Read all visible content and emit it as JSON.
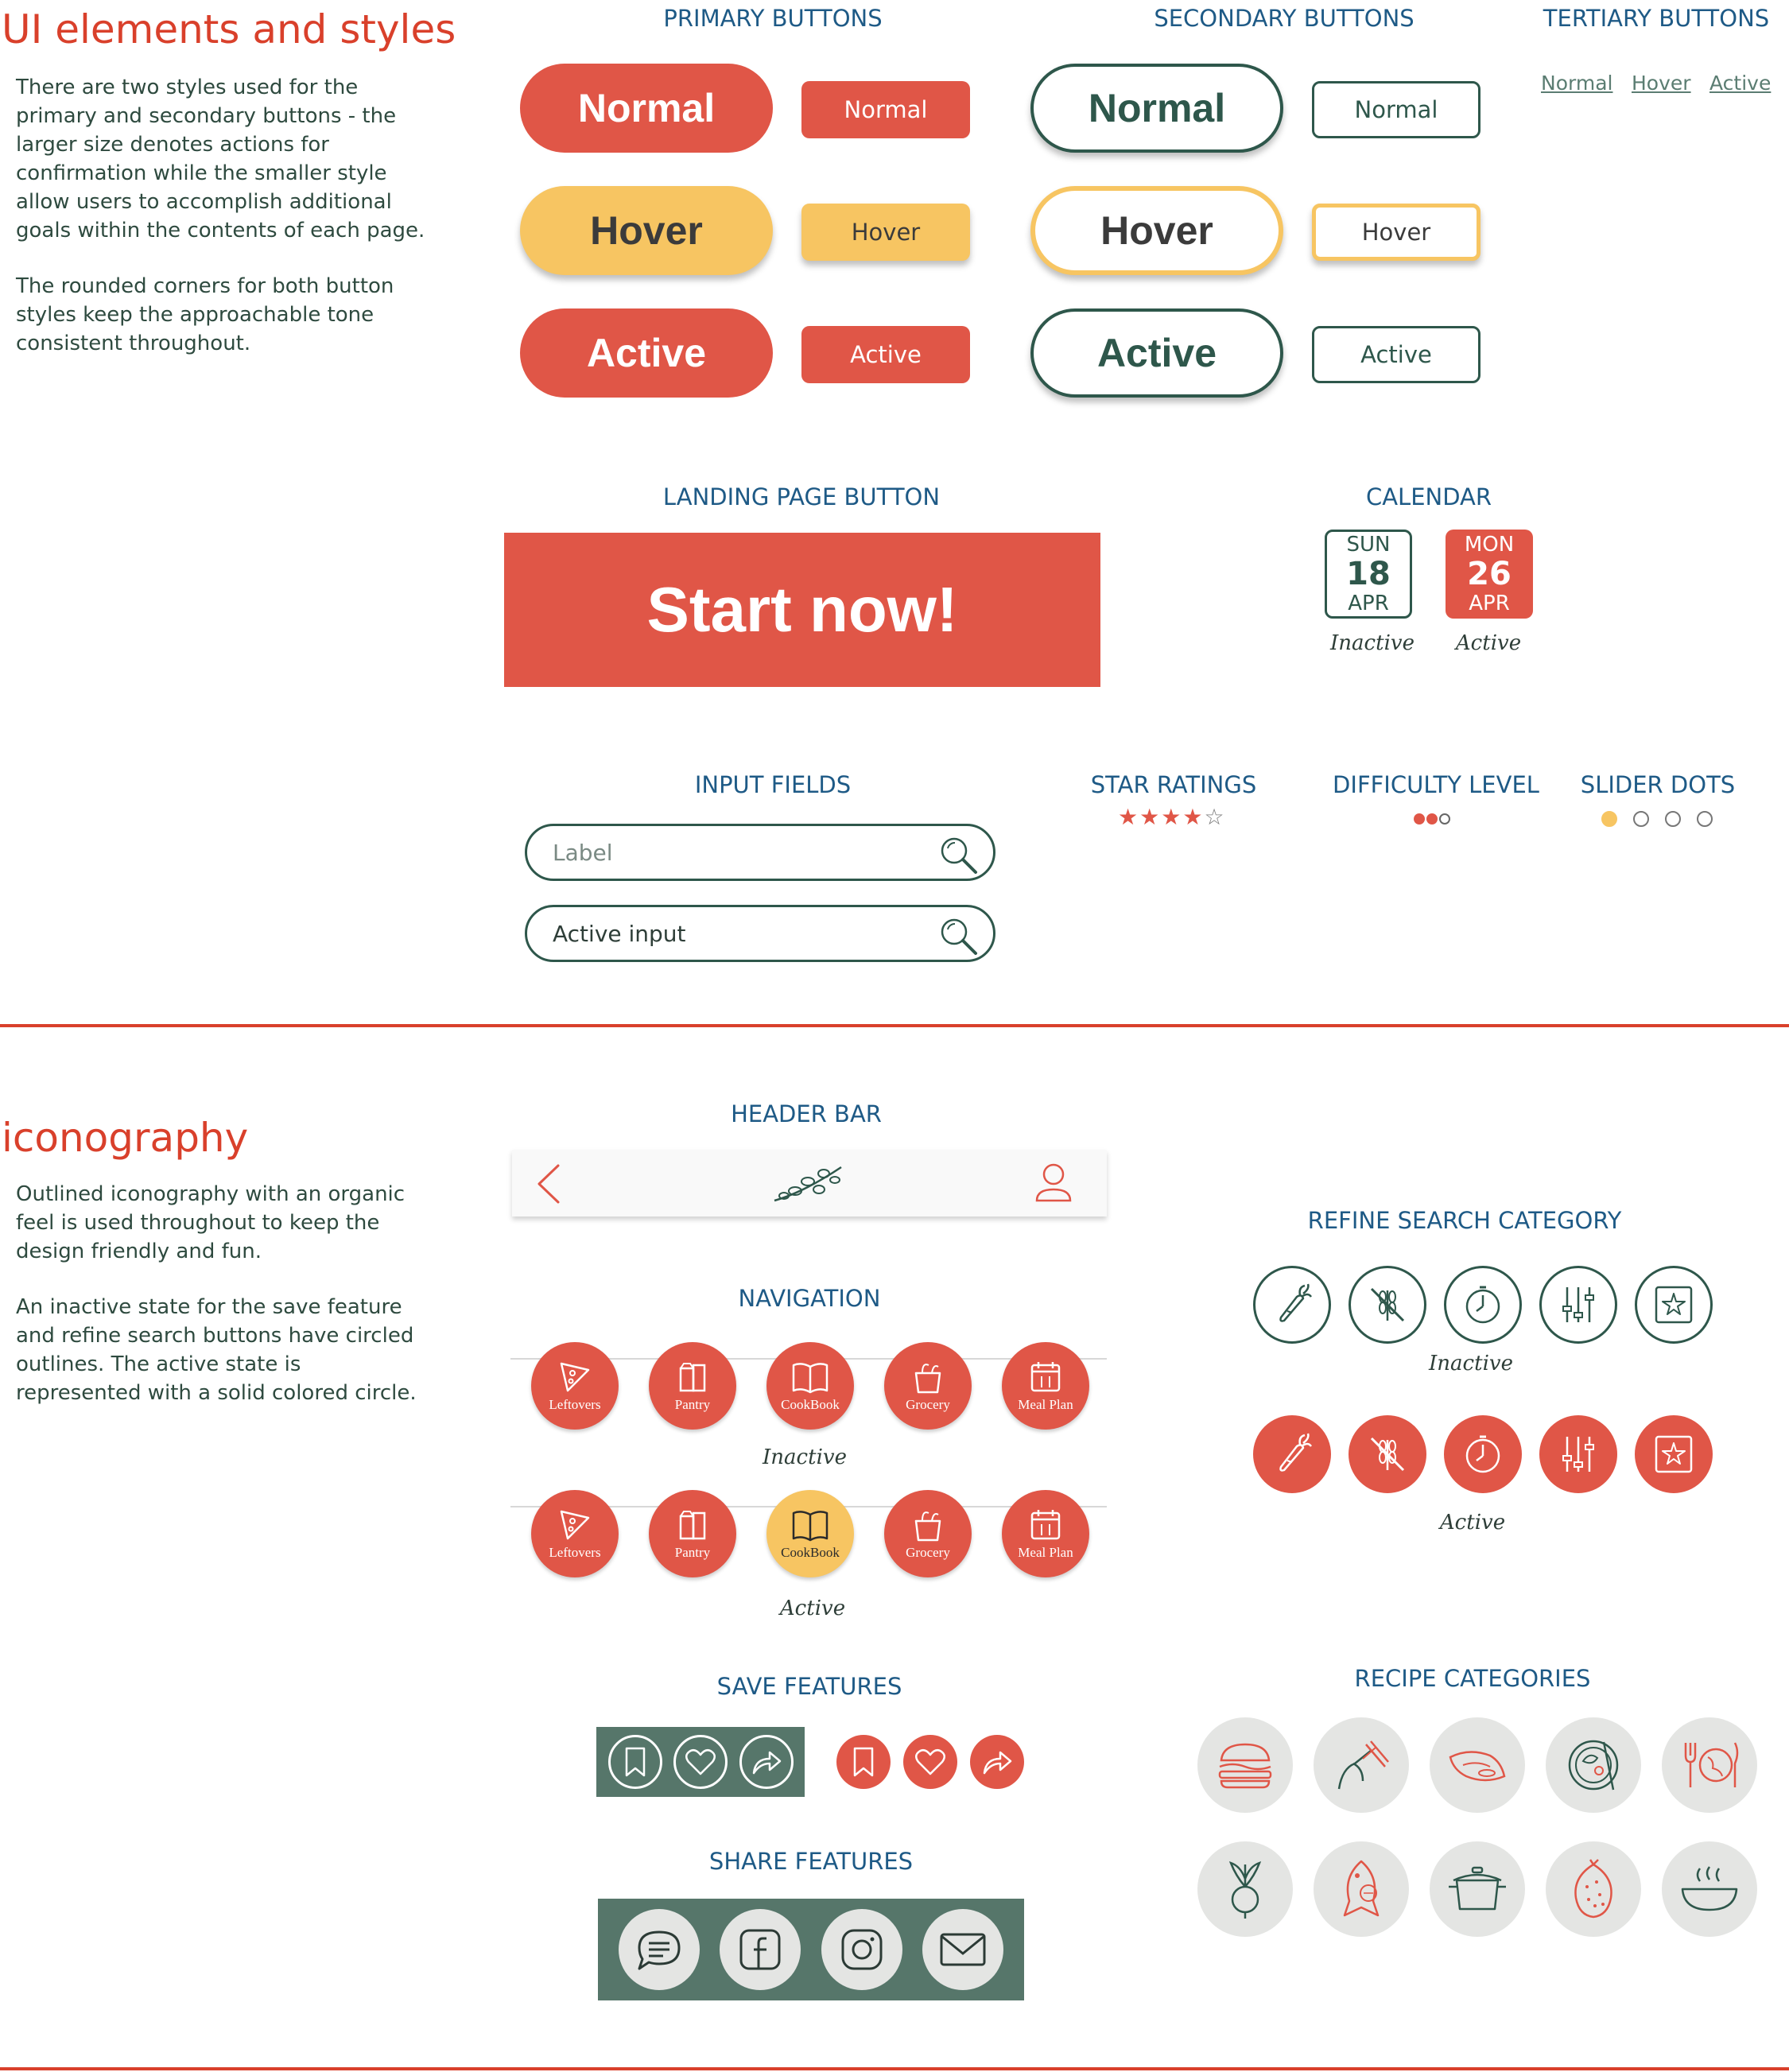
{
  "colors": {
    "accent": "#e05647",
    "hover": "#f7c562",
    "secondary": "#2e574b",
    "label": "#1e5a86",
    "title": "#d9402b",
    "panel": "#56766a"
  },
  "ui": {
    "title": "UI elements and styles",
    "para1": "There are two styles used for the primary and secondary buttons - the larger size denotes actions for confirmation while the smaller style allow users to accomplish additional goals within the contents of each page.",
    "para2": "The rounded corners for both button styles keep the approachable tone consistent throughout."
  },
  "primary": {
    "label": "PRIMARY BUTTONS",
    "normal": "Normal",
    "hover": "Hover",
    "active": "Active"
  },
  "secondary": {
    "label": "SECONDARY BUTTONS",
    "normal": "Normal",
    "hover": "Hover",
    "active": "Active"
  },
  "tertiary": {
    "label": "TERTIARY BUTTONS",
    "normal": "Normal",
    "hover": "Hover",
    "active": "Active"
  },
  "landing": {
    "label": "LANDING PAGE BUTTON",
    "button": "Start now!"
  },
  "calendar": {
    "label": "CALENDAR",
    "inactive": {
      "day": "SUN",
      "date": "18",
      "month": "APR",
      "state": "Inactive"
    },
    "active": {
      "day": "MON",
      "date": "26",
      "month": "APR",
      "state": "Active"
    }
  },
  "inputs": {
    "label": "INPUT FIELDS",
    "placeholder": "Label",
    "active_value": "Active input"
  },
  "star_ratings": {
    "label": "STAR RATINGS",
    "rating": 4,
    "max": 5
  },
  "difficulty": {
    "label": "DIFFICULTY LEVEL",
    "level": 2,
    "max": 3
  },
  "slider_dots": {
    "label": "SLIDER DOTS",
    "active_index": 0,
    "count": 4
  },
  "icon": {
    "title": "iconography",
    "para1": "Outlined iconography with an organic feel is used throughout to keep the design friendly and fun.",
    "para2": "An inactive state for the save feature and refine search buttons have circled outlines. The active state is represented with a solid colored circle."
  },
  "header_bar": {
    "label": "HEADER BAR",
    "icons": [
      "back-arrow-icon",
      "herb-logo-icon",
      "user-icon"
    ]
  },
  "navigation": {
    "label": "NAVIGATION",
    "items": [
      "Leftovers",
      "Pantry",
      "CookBook",
      "Grocery",
      "Meal Plan"
    ],
    "icons": [
      "pizza-slice-icon",
      "pantry-bag-icon",
      "cookbook-icon",
      "grocery-bag-icon",
      "calendar-icon"
    ],
    "inactive_state": "Inactive",
    "active_state": "Active",
    "active_index": 2
  },
  "refine": {
    "label": "REFINE SEARCH CATEGORY",
    "icons": [
      "carrot-icon",
      "gluten-free-icon",
      "timer-icon",
      "sliders-icon",
      "star-icon"
    ],
    "inactive_state": "Inactive",
    "active_state": "Active"
  },
  "save": {
    "label": "SAVE FEATURES",
    "icons": [
      "bookmark-icon",
      "heart-icon",
      "share-arrow-icon"
    ]
  },
  "share": {
    "label": "SHARE FEATURES",
    "icons": [
      "chat-icon",
      "facebook-icon",
      "instagram-icon",
      "mail-icon"
    ]
  },
  "recipe": {
    "label": "RECIPE CATEGORIES",
    "icons": [
      "burger-icon",
      "noodles-icon",
      "pasta-icon",
      "salad-icon",
      "world-cuisine-icon",
      "radish-icon",
      "fish-icon",
      "pot-icon",
      "dragonfruit-icon",
      "soup-icon"
    ]
  }
}
